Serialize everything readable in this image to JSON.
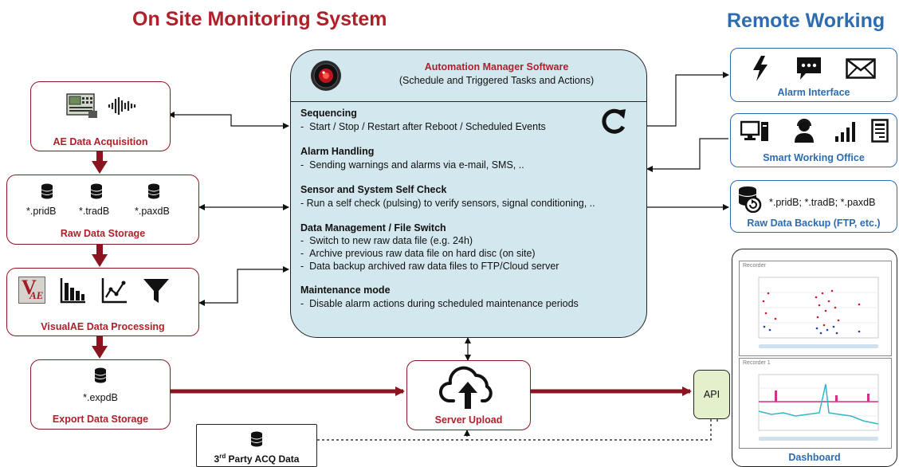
{
  "titles": {
    "left": "On Site Monitoring System",
    "right": "Remote Working"
  },
  "left_column": {
    "acquisition": {
      "label": "AE Data Acquisition",
      "icons": [
        "ae-instrument-icon",
        "waveform-icon"
      ]
    },
    "raw_storage": {
      "label": "Raw Data Storage",
      "files": [
        "*.pridB",
        "*.tradB",
        "*.paxdB"
      ],
      "icon": "database-icon"
    },
    "processing": {
      "label": "VisualAE Data Processing",
      "icons": [
        "visualae-logo-icon",
        "bar-chart-icon",
        "line-chart-icon",
        "filter-icon"
      ],
      "logo_text": "V",
      "logo_sub": "AE"
    },
    "export_storage": {
      "label": "Export Data Storage",
      "file": "*.expdB",
      "icon": "database-icon"
    }
  },
  "manager": {
    "title": "Automation Manager Software",
    "subtitle": "(Schedule and Triggered Tasks and Actions)",
    "icon": "refresh-icon",
    "sections": [
      {
        "heading": "Sequencing",
        "lines": [
          "-  Start / Stop / Restart after Reboot / Scheduled Events"
        ]
      },
      {
        "heading": "Alarm Handling",
        "lines": [
          "-  Sending warnings and alarms via e-mail, SMS, .."
        ]
      },
      {
        "heading": "Sensor and System Self Check",
        "lines": [
          "- Run a self check (pulsing) to verify sensors, signal conditioning, .."
        ]
      },
      {
        "heading": "Data Management / File Switch",
        "lines": [
          "-  Switch to new raw data file (e.g. 24h)",
          "-  Archive previous raw data file on hard disc (on site)",
          "-  Data backup archived raw data files to FTP/Cloud server"
        ]
      },
      {
        "heading": "Maintenance mode",
        "lines": [
          "-  Disable alarm actions during scheduled maintenance periods"
        ]
      }
    ]
  },
  "remote": {
    "alarm": {
      "label": "Alarm Interface",
      "icons": [
        "lightning-icon",
        "sms-icon",
        "email-icon"
      ]
    },
    "office": {
      "label": "Smart Working Office",
      "icons": [
        "computer-icon",
        "support-agent-icon",
        "signal-icon",
        "document-icon"
      ]
    },
    "backup": {
      "label": "Raw Data Backup (FTP, etc.)",
      "files": "*.pridB; *.tradB; *.paxdB",
      "icon": "database-backup-icon"
    }
  },
  "server_upload": {
    "label": "Server Upload",
    "icon": "cloud-upload-icon"
  },
  "api": {
    "label": "API"
  },
  "third_party": {
    "label_main": "3",
    "label_sup": "rd",
    "label_rest": " Party ACQ Data",
    "icon": "database-icon"
  },
  "dashboard": {
    "label": "Dashboard",
    "panel1": {
      "title": "Recorder"
    },
    "panel2": {
      "title": "Recorder 1"
    }
  },
  "colors": {
    "brand_red": "#b0202a",
    "dark_red": "#8a1520",
    "blue": "#2c6cb0",
    "manager_bg": "#d3e8ee",
    "api_bg": "#e4efcc"
  }
}
